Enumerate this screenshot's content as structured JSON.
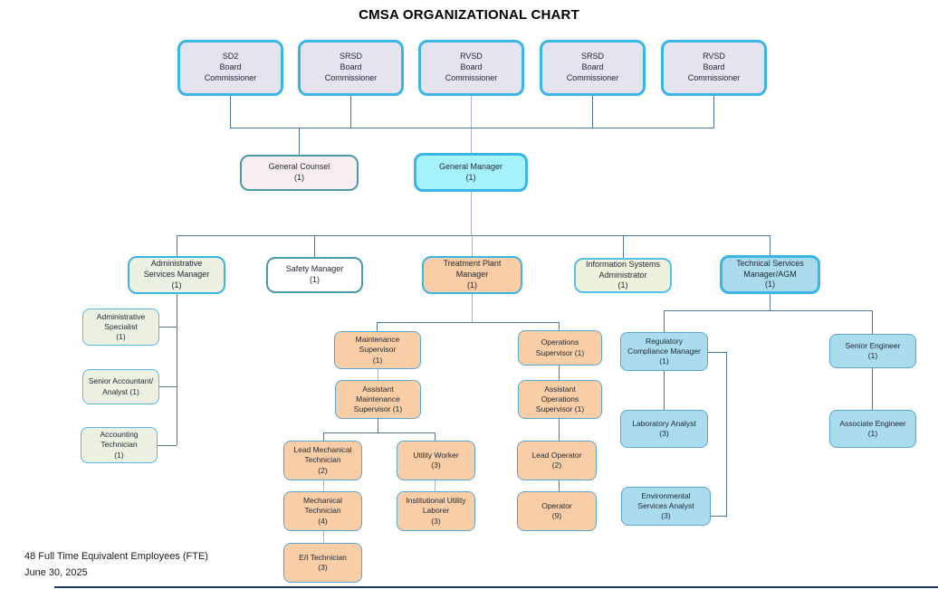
{
  "title": "CMSA ORGANIZATIONAL CHART",
  "footer": {
    "line1": "48 Full Time Equivalent Employees (FTE)",
    "line2": "June 30, 2025"
  },
  "colors": {
    "border_cyan": "#3ab5e6",
    "border_teal": "#4a98a8",
    "border_blue_thin": "#58a6d4",
    "fill_lavender": "#e6e3f0",
    "fill_pink": "#f9eeef",
    "fill_bright_cyan": "#a5f2fc",
    "fill_sage": "#ebf0e0",
    "fill_peach": "#f9cda5",
    "fill_light_blue": "#aadcee",
    "connector_dark": "#4d7698",
    "connector_light": "#a9b5d8"
  },
  "nodes": {
    "sd2": {
      "text": "SD2\nBoard\nCommissioner"
    },
    "srsd_a": {
      "text": "SRSD\nBoard\nCommissioner"
    },
    "rvsd_a": {
      "text": "RVSD\nBoard\nCommissioner"
    },
    "srsd_b": {
      "text": "SRSD\nBoard\nCommissioner"
    },
    "rvsd_b": {
      "text": "RVSD\nBoard\nCommissioner"
    },
    "general_counsel": {
      "text": "General Counsel\n(1)"
    },
    "general_manager": {
      "text": "General Manager\n(1)"
    },
    "admin_services_manager": {
      "text": "Administrative\nServices Manager\n(1)"
    },
    "safety_manager": {
      "text": "Safety Manager\n(1)"
    },
    "treatment_plant_manager": {
      "text": "Treatment Plant\nManager\n(1)"
    },
    "info_systems_admin": {
      "text": "Information Systems\nAdministrator\n(1)"
    },
    "tech_services_manager": {
      "text": "Technical Services\nManager/AGM\n(1)"
    },
    "admin_specialist": {
      "text": "Administrative\nSpecialist\n(1)"
    },
    "senior_accountant": {
      "text": "Senior Accountant/\nAnalyst (1)"
    },
    "accounting_technician": {
      "text": "Accounting\nTechnician\n(1)"
    },
    "maintenance_supervisor": {
      "text": "Maintenance\nSupervisor\n(1)"
    },
    "operations_supervisor": {
      "text": "Operations\nSupervisor (1)"
    },
    "asst_maintenance_supervisor": {
      "text": "Assistant\nMaintenance\nSupervisor (1)"
    },
    "asst_operations_supervisor": {
      "text": "Assistant\nOperations\nSupervisor (1)"
    },
    "lead_mech_technician": {
      "text": "Lead Mechanical\nTechnician\n(2)"
    },
    "utility_worker": {
      "text": "Utility Worker\n(3)"
    },
    "mech_technician": {
      "text": "Mechanical\nTechnician\n(4)"
    },
    "inst_utility_laborer": {
      "text": "Institutional Utility\nLaborer\n(3)"
    },
    "ei_technician": {
      "text": "E/I Technician\n(3)"
    },
    "lead_operator": {
      "text": "Lead Operator\n(2)"
    },
    "operator": {
      "text": "Operator\n(9)"
    },
    "regulatory_compliance_manager": {
      "text": "Regulatory\nCompliance Manager\n(1)"
    },
    "laboratory_analyst": {
      "text": "Laboratory Analyst\n(3)"
    },
    "environmental_services_analyst": {
      "text": "Environmental\nServices Analyst\n(3)"
    },
    "senior_engineer": {
      "text": "Senior Engineer\n(1)"
    },
    "associate_engineer": {
      "text": "Associate Engineer\n(1)"
    }
  }
}
